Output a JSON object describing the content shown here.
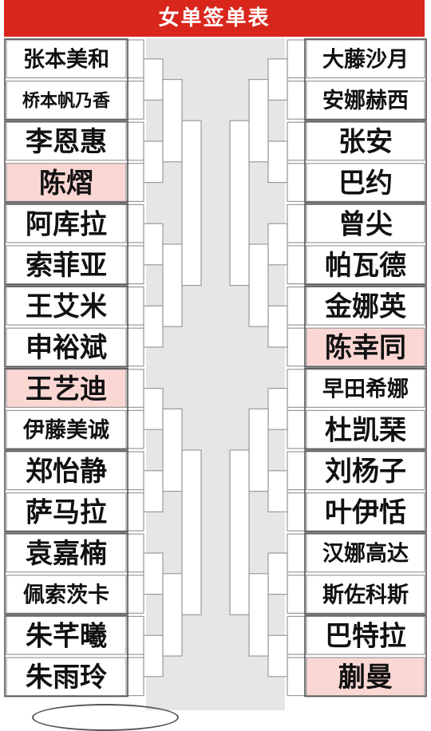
{
  "title": "女单签单表",
  "left_players": [
    {
      "name": "张本美和",
      "highlight": false
    },
    {
      "name": "桥本帆乃香",
      "highlight": false
    },
    {
      "name": "李恩惠",
      "highlight": false
    },
    {
      "name": "陈熠",
      "highlight": true
    },
    {
      "name": "阿库拉",
      "highlight": false
    },
    {
      "name": "索菲亚",
      "highlight": false
    },
    {
      "name": "王艾米",
      "highlight": false
    },
    {
      "name": "申裕斌",
      "highlight": false
    },
    {
      "name": "王艺迪",
      "highlight": true
    },
    {
      "name": "伊藤美诚",
      "highlight": false
    },
    {
      "name": "郑怡静",
      "highlight": false
    },
    {
      "name": "萨马拉",
      "highlight": false
    },
    {
      "name": "袁嘉楠",
      "highlight": false
    },
    {
      "name": "佩索茨卡",
      "highlight": false
    },
    {
      "name": "朱芊曦",
      "highlight": false
    },
    {
      "name": "朱雨玲",
      "highlight": false
    }
  ],
  "right_players": [
    {
      "name": "大藤沙月",
      "highlight": false
    },
    {
      "name": "安娜赫西",
      "highlight": false
    },
    {
      "name": "张安",
      "highlight": false
    },
    {
      "name": "巴约",
      "highlight": false
    },
    {
      "name": "曾尖",
      "highlight": false
    },
    {
      "name": "帕瓦德",
      "highlight": false
    },
    {
      "name": "金娜英",
      "highlight": false
    },
    {
      "name": "陈幸同",
      "highlight": true
    },
    {
      "name": "早田希娜",
      "highlight": false
    },
    {
      "name": "杜凯琹",
      "highlight": false
    },
    {
      "name": "刘杨子",
      "highlight": false
    },
    {
      "name": "叶伊恬",
      "highlight": false
    },
    {
      "name": "汉娜高达",
      "highlight": false
    },
    {
      "name": "斯佐科斯",
      "highlight": false
    },
    {
      "name": "巴特拉",
      "highlight": false
    },
    {
      "name": "蒯曼",
      "highlight": true
    }
  ],
  "colors": {
    "header": "#d9261c",
    "highlight": "#fbd7d4"
  }
}
